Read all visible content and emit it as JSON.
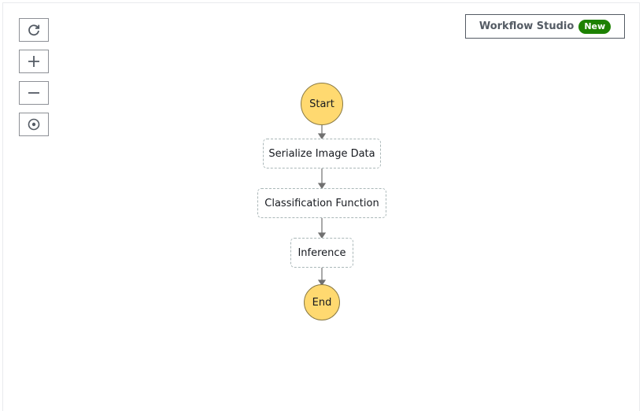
{
  "toolbar": {
    "controls": [
      {
        "icon": "refresh-icon"
      },
      {
        "icon": "zoom-in-icon"
      },
      {
        "icon": "zoom-out-icon"
      },
      {
        "icon": "center-icon"
      }
    ]
  },
  "workflow_studio": {
    "label": "Workflow Studio",
    "badge": "New",
    "badge_color": "#1d8102"
  },
  "graph": {
    "start_label": "Start",
    "end_label": "End",
    "states": [
      {
        "label": "Serialize Image Data"
      },
      {
        "label": "Classification Function"
      },
      {
        "label": "Inference"
      }
    ],
    "terminal_color": "#ffd970"
  }
}
